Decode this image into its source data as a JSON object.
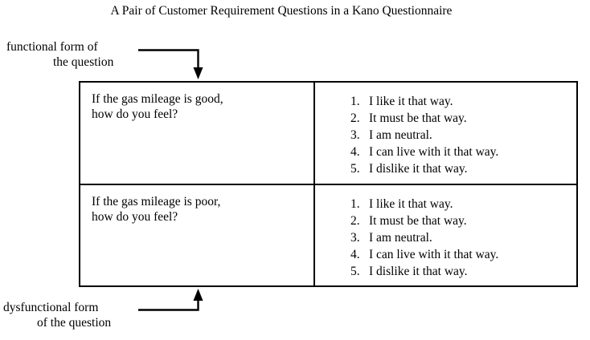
{
  "figure": {
    "title": "A Pair of Customer Requirement Questions in a Kano Questionnaire",
    "background_color": "#ffffff",
    "line_color": "#000000",
    "text_color": "#000000"
  },
  "callouts": {
    "functional": {
      "line1": "functional form of",
      "line2": "the question"
    },
    "dysfunctional": {
      "line1": "dysfunctional form",
      "line2": "of the question"
    }
  },
  "table": {
    "rows": [
      {
        "question": {
          "line1": "If the gas mileage is good,",
          "line2": "how do you feel?"
        },
        "answers": [
          {
            "num": "1.",
            "text": "I like it that way."
          },
          {
            "num": "2.",
            "text": "It must be that way."
          },
          {
            "num": "3.",
            "text": "I am neutral."
          },
          {
            "num": "4.",
            "text": "I can live with it that way."
          },
          {
            "num": "5.",
            "text": "I dislike it that way."
          }
        ]
      },
      {
        "question": {
          "line1": "If the gas mileage is poor,",
          "line2": "how do you feel?"
        },
        "answers": [
          {
            "num": "1.",
            "text": "I like it that way."
          },
          {
            "num": "2.",
            "text": "It must be that way."
          },
          {
            "num": "3.",
            "text": "I am neutral."
          },
          {
            "num": "4.",
            "text": "I can live with it that way."
          },
          {
            "num": "5.",
            "text": "I dislike it that way."
          }
        ]
      }
    ]
  }
}
